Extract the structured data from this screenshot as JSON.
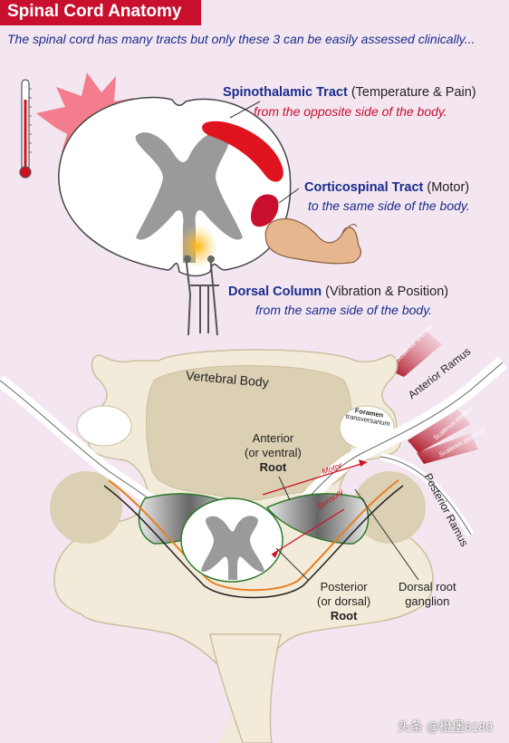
{
  "header": {
    "title": "Spinal Cord Anatomy",
    "subtitle": "The spinal cord has many tracts but only these 3 can be easily assessed clinically..."
  },
  "tracts": [
    {
      "name": "Spinothalamic Tract",
      "modality": "(Temperature & Pain)",
      "side": "from the opposite side of the body."
    },
    {
      "name": "Corticospinal Tract",
      "modality": "(Motor)",
      "side": "to the same side of the body."
    },
    {
      "name": "Dorsal Column",
      "modality": "(Vibration & Position)",
      "side": "from the same side of the body."
    }
  ],
  "cross_section": {
    "vertebral_body": "Vertebral Body",
    "foramen_line1": "Foramen",
    "foramen_line2": "transversarium",
    "anterior_root_line1": "Anterior",
    "anterior_root_line2": "(or ventral)",
    "anterior_root_line3": "Root",
    "posterior_root_line1": "Posterior",
    "posterior_root_line2": "(or dorsal)",
    "posterior_root_line3": "Root",
    "motor": "Motor",
    "sensory": "Sensory",
    "drg_line1": "Dorsal root",
    "drg_line2": "ganglion",
    "anterior_ramus": "Anterior Ramus",
    "posterior_ramus": "Posterior Ramus",
    "scalenus_anterior": "Scalenus anterior",
    "scalenus_medius": "Scalenus medius",
    "scalenus_posterior": "Scalenus posterior"
  },
  "watermark": "头条 @橙堡6180",
  "colors": {
    "title_bg": "#c8102e",
    "tract_name": "#1a2c8c",
    "tract_highlight": "#e0141e",
    "bone": "#f2ebd9",
    "grey_matter": "#9a9a9a",
    "background": "#f3e6f1"
  },
  "icons": [
    "thermometer-icon",
    "heat-burst-icon",
    "arm-flex-icon",
    "tuning-fork-icon"
  ]
}
